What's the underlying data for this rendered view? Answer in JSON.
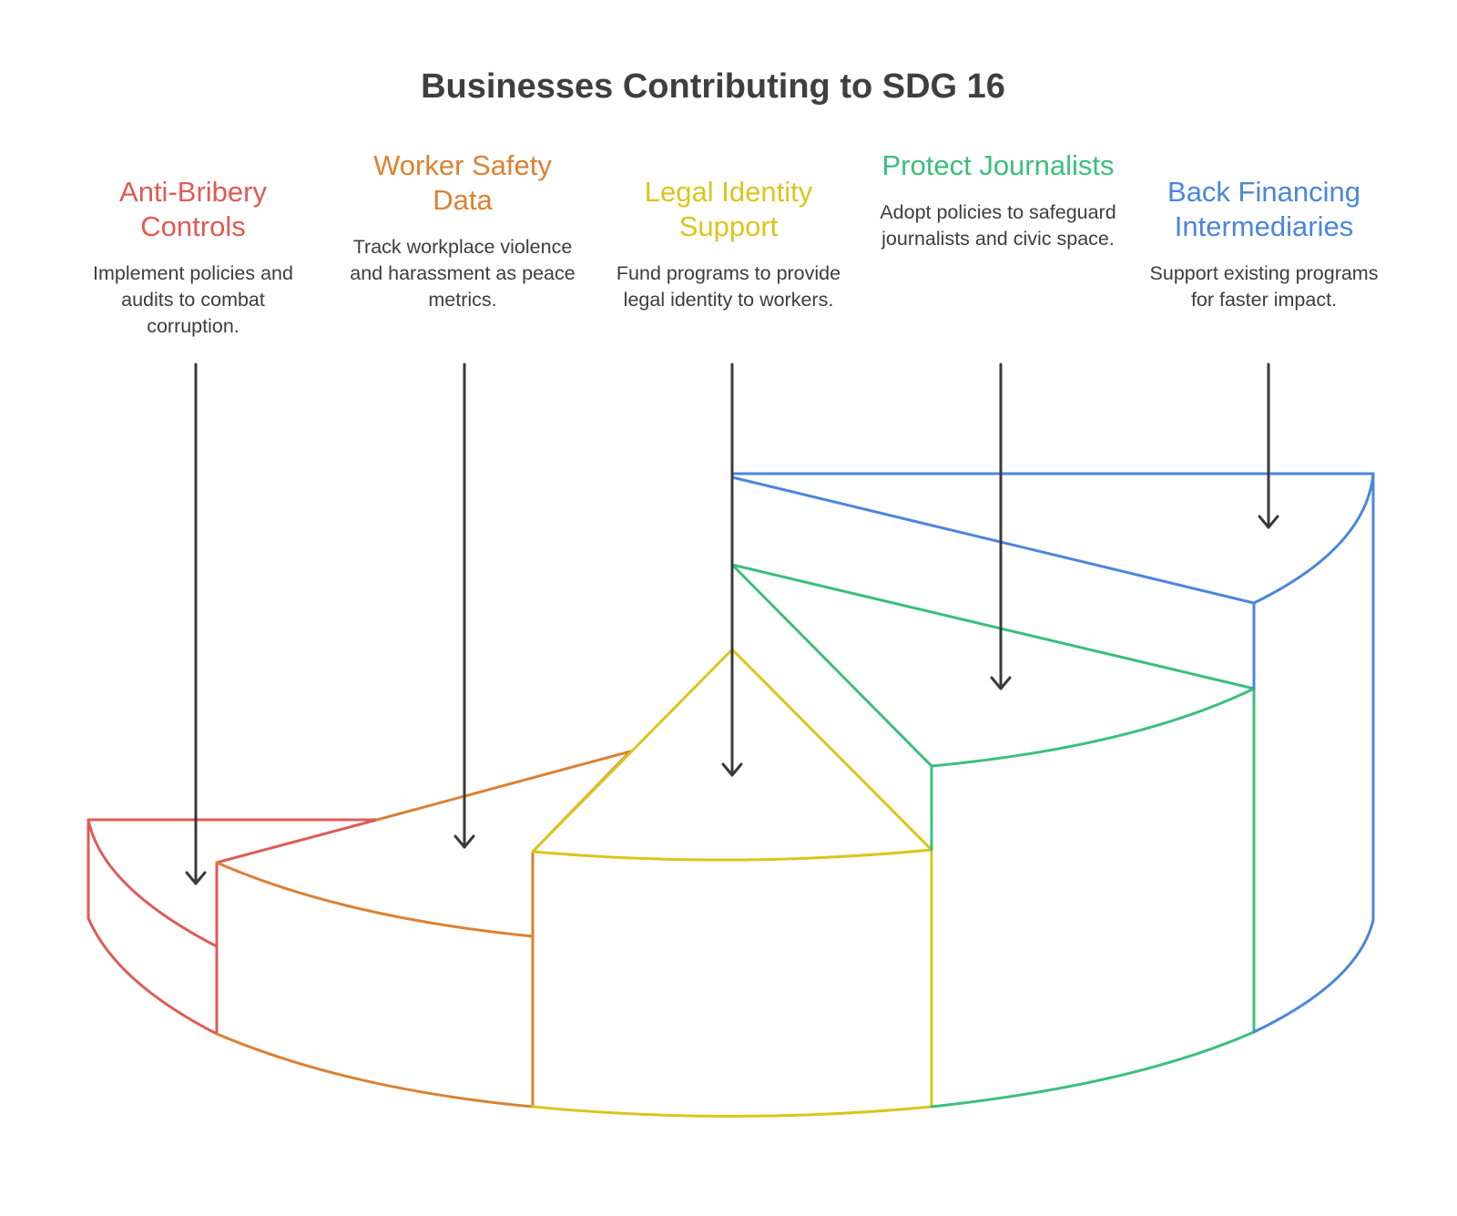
{
  "title": "Businesses Contributing to SDG 16",
  "items": [
    {
      "heading": "Anti-Bribery Controls",
      "description": "Implement policies and audits to combat corruption.",
      "color": "#e05a55"
    },
    {
      "heading": "Worker Safety Data",
      "description": "Track workplace violence and harassment as peace metrics.",
      "color": "#dc8132"
    },
    {
      "heading": "Legal Identity Support",
      "description": "Fund programs to provide legal identity to workers.",
      "color": "#dcc51c"
    },
    {
      "heading": "Protect Journalists",
      "description": "Adopt policies to safeguard journalists and civic space.",
      "color": "#3bbf7d"
    },
    {
      "heading": "Back Financing Intermediaries",
      "description": "Support existing programs for faster impact.",
      "color": "#4a86dd"
    }
  ],
  "arrow_color": "#3a3a3a"
}
